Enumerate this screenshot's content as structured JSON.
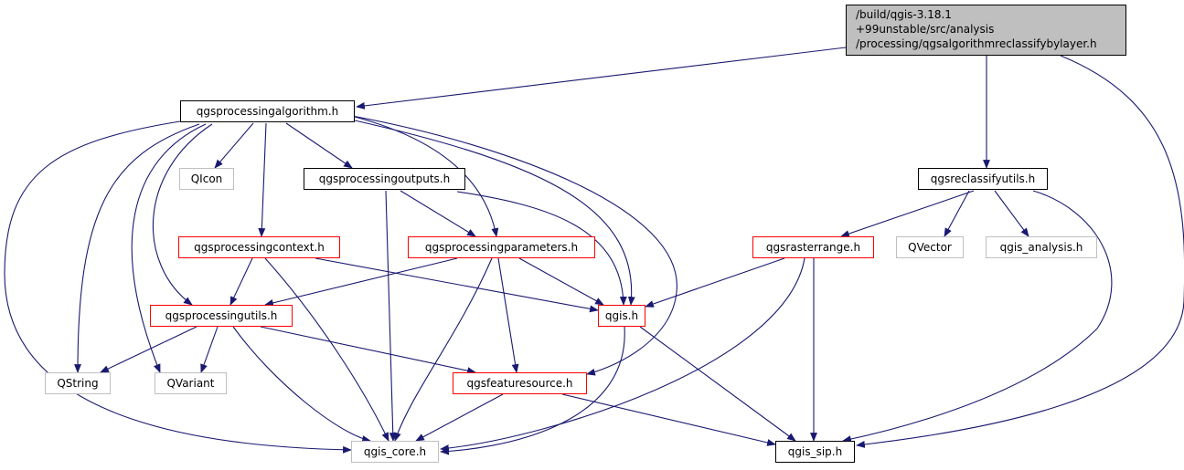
{
  "colors": {
    "edge": "#191970",
    "main_fill": "#bfbfbf",
    "external_border": "#bfbfbf",
    "incomplete_border": "#ff0000",
    "normal_border": "#000000"
  },
  "nodes": {
    "main": {
      "lines": [
        "/build/qgis-3.18.1",
        "+99unstable/src/analysis",
        "/processing/qgsalgorithmreclassifybylayer.h"
      ]
    },
    "algorithm": {
      "label": "qgsprocessingalgorithm.h"
    },
    "qicon": {
      "label": "QIcon"
    },
    "outputs": {
      "label": "qgsprocessingoutputs.h"
    },
    "reclassifyutils": {
      "label": "qgsreclassifyutils.h"
    },
    "context": {
      "label": "qgsprocessingcontext.h"
    },
    "parameters": {
      "label": "qgsprocessingparameters.h"
    },
    "rasterrange": {
      "label": "qgsrasterrange.h"
    },
    "qvector": {
      "label": "QVector"
    },
    "qgis_analysis": {
      "label": "qgis_analysis.h"
    },
    "utils": {
      "label": "qgsprocessingutils.h"
    },
    "qgis": {
      "label": "qgis.h"
    },
    "qstring": {
      "label": "QString"
    },
    "qvariant": {
      "label": "QVariant"
    },
    "featuresource": {
      "label": "qgsfeaturesource.h"
    },
    "qgis_core": {
      "label": "qgis_core.h"
    },
    "qgis_sip": {
      "label": "qgis_sip.h"
    }
  },
  "edges": [
    [
      "main",
      "algorithm"
    ],
    [
      "main",
      "reclassifyutils"
    ],
    [
      "main",
      "qgis_sip"
    ],
    [
      "algorithm",
      "qgis_core"
    ],
    [
      "algorithm",
      "qstring"
    ],
    [
      "algorithm",
      "qvariant"
    ],
    [
      "algorithm",
      "utils"
    ],
    [
      "algorithm",
      "qicon"
    ],
    [
      "algorithm",
      "context"
    ],
    [
      "algorithm",
      "outputs"
    ],
    [
      "algorithm",
      "parameters"
    ],
    [
      "algorithm",
      "qgis"
    ],
    [
      "algorithm",
      "featuresource"
    ],
    [
      "outputs",
      "parameters"
    ],
    [
      "outputs",
      "qgis_core"
    ],
    [
      "outputs",
      "qgis"
    ],
    [
      "context",
      "utils"
    ],
    [
      "context",
      "qgis_core"
    ],
    [
      "context",
      "qgis"
    ],
    [
      "parameters",
      "utils"
    ],
    [
      "parameters",
      "qgis_core"
    ],
    [
      "parameters",
      "featuresource"
    ],
    [
      "parameters",
      "qgis"
    ],
    [
      "reclassifyutils",
      "rasterrange"
    ],
    [
      "reclassifyutils",
      "qvector"
    ],
    [
      "reclassifyutils",
      "qgis_analysis"
    ],
    [
      "reclassifyutils",
      "qgis_sip"
    ],
    [
      "rasterrange",
      "qgis"
    ],
    [
      "rasterrange",
      "qgis_core"
    ],
    [
      "rasterrange",
      "qgis_sip"
    ],
    [
      "utils",
      "qstring"
    ],
    [
      "utils",
      "qvariant"
    ],
    [
      "utils",
      "qgis_core"
    ],
    [
      "utils",
      "featuresource"
    ],
    [
      "qgis",
      "qgis_core"
    ],
    [
      "qgis",
      "qgis_sip"
    ],
    [
      "featuresource",
      "qgis_core"
    ],
    [
      "featuresource",
      "qgis_sip"
    ]
  ]
}
